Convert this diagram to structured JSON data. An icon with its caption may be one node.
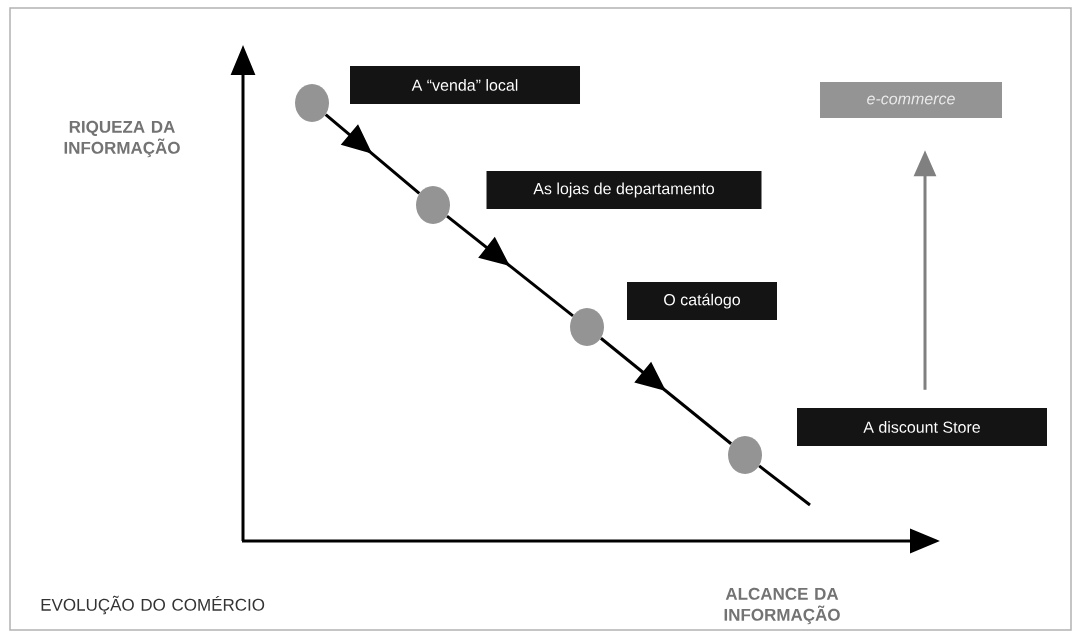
{
  "diagram": {
    "nodes": [
      {
        "text": [
          "A “venda” local"
        ]
      },
      {
        "text": [],
        "shape": "circle"
      },
      {
        "text": [
          "As lojas de departamento"
        ]
      },
      {
        "text": [],
        "shape": "circle"
      },
      {
        "text": [
          "O catálogo"
        ]
      },
      {
        "text": [],
        "shape": "circle"
      },
      {
        "text": [
          "A discount Store"
        ]
      },
      {
        "text": [],
        "shape": "circle"
      },
      {
        "text": [
          "e-commerce"
        ]
      }
    ],
    "edges": [
      {
        "from": 1,
        "to": 3,
        "arrow": "to"
      },
      {
        "from": 3,
        "to": 5,
        "arrow": "to"
      },
      {
        "from": 5,
        "to": 7,
        "arrow": "to"
      },
      {
        "from": 7,
        "to": null,
        "arrow": "none"
      },
      {
        "from": 6,
        "to": 8,
        "arrow": "to",
        "color": "#808080"
      }
    ],
    "labels": [
      "RIQUEZA DA INFORMAÇÃO",
      "ALCANCE DA INFORMAÇÃO",
      "EVOLUÇÃO DO COMÉRCIO"
    ]
  }
}
